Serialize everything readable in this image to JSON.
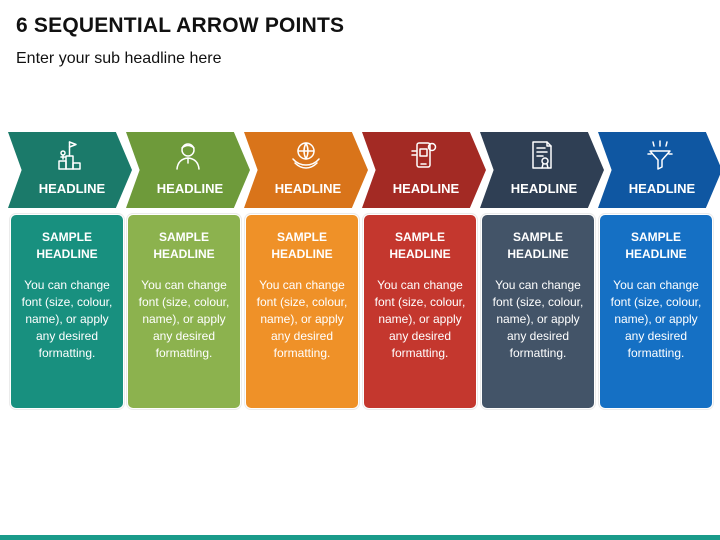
{
  "title": "6 SEQUENTIAL ARROW POINTS",
  "subtitle": "Enter your sub headline here",
  "items": [
    {
      "headline": "HEADLINE",
      "card_title": "SAMPLE HEADLINE",
      "card_text": "You can change font (size, colour, name), or apply any desired formatting.",
      "arrow_color": "#1b7a6a",
      "card_color": "#18907f",
      "icon": "podium-flag-icon"
    },
    {
      "headline": "HEADLINE",
      "card_title": "SAMPLE HEADLINE",
      "card_text": "You can change font (size, colour, name), or apply any desired formatting.",
      "arrow_color": "#6e9a3a",
      "card_color": "#8cb24e",
      "icon": "person-icon"
    },
    {
      "headline": "HEADLINE",
      "card_title": "SAMPLE HEADLINE",
      "card_text": "You can change font (size, colour, name), or apply any desired formatting.",
      "arrow_color": "#d9741a",
      "card_color": "#ef9128",
      "icon": "globe-hands-icon"
    },
    {
      "headline": "HEADLINE",
      "card_title": "SAMPLE HEADLINE",
      "card_text": "You can change font (size, colour, name), or apply any desired formatting.",
      "arrow_color": "#a32a24",
      "card_color": "#c4372e",
      "icon": "phone-settings-icon"
    },
    {
      "headline": "HEADLINE",
      "card_title": "SAMPLE HEADLINE",
      "card_text": "You can change font (size, colour, name), or apply any desired formatting.",
      "arrow_color": "#2f3f54",
      "card_color": "#435468",
      "icon": "certificate-icon"
    },
    {
      "headline": "HEADLINE",
      "card_title": "SAMPLE HEADLINE",
      "card_text": "You can change font (size, colour, name), or apply any desired formatting.",
      "arrow_color": "#0f57a2",
      "card_color": "#1570c4",
      "icon": "funnel-icon"
    }
  ]
}
